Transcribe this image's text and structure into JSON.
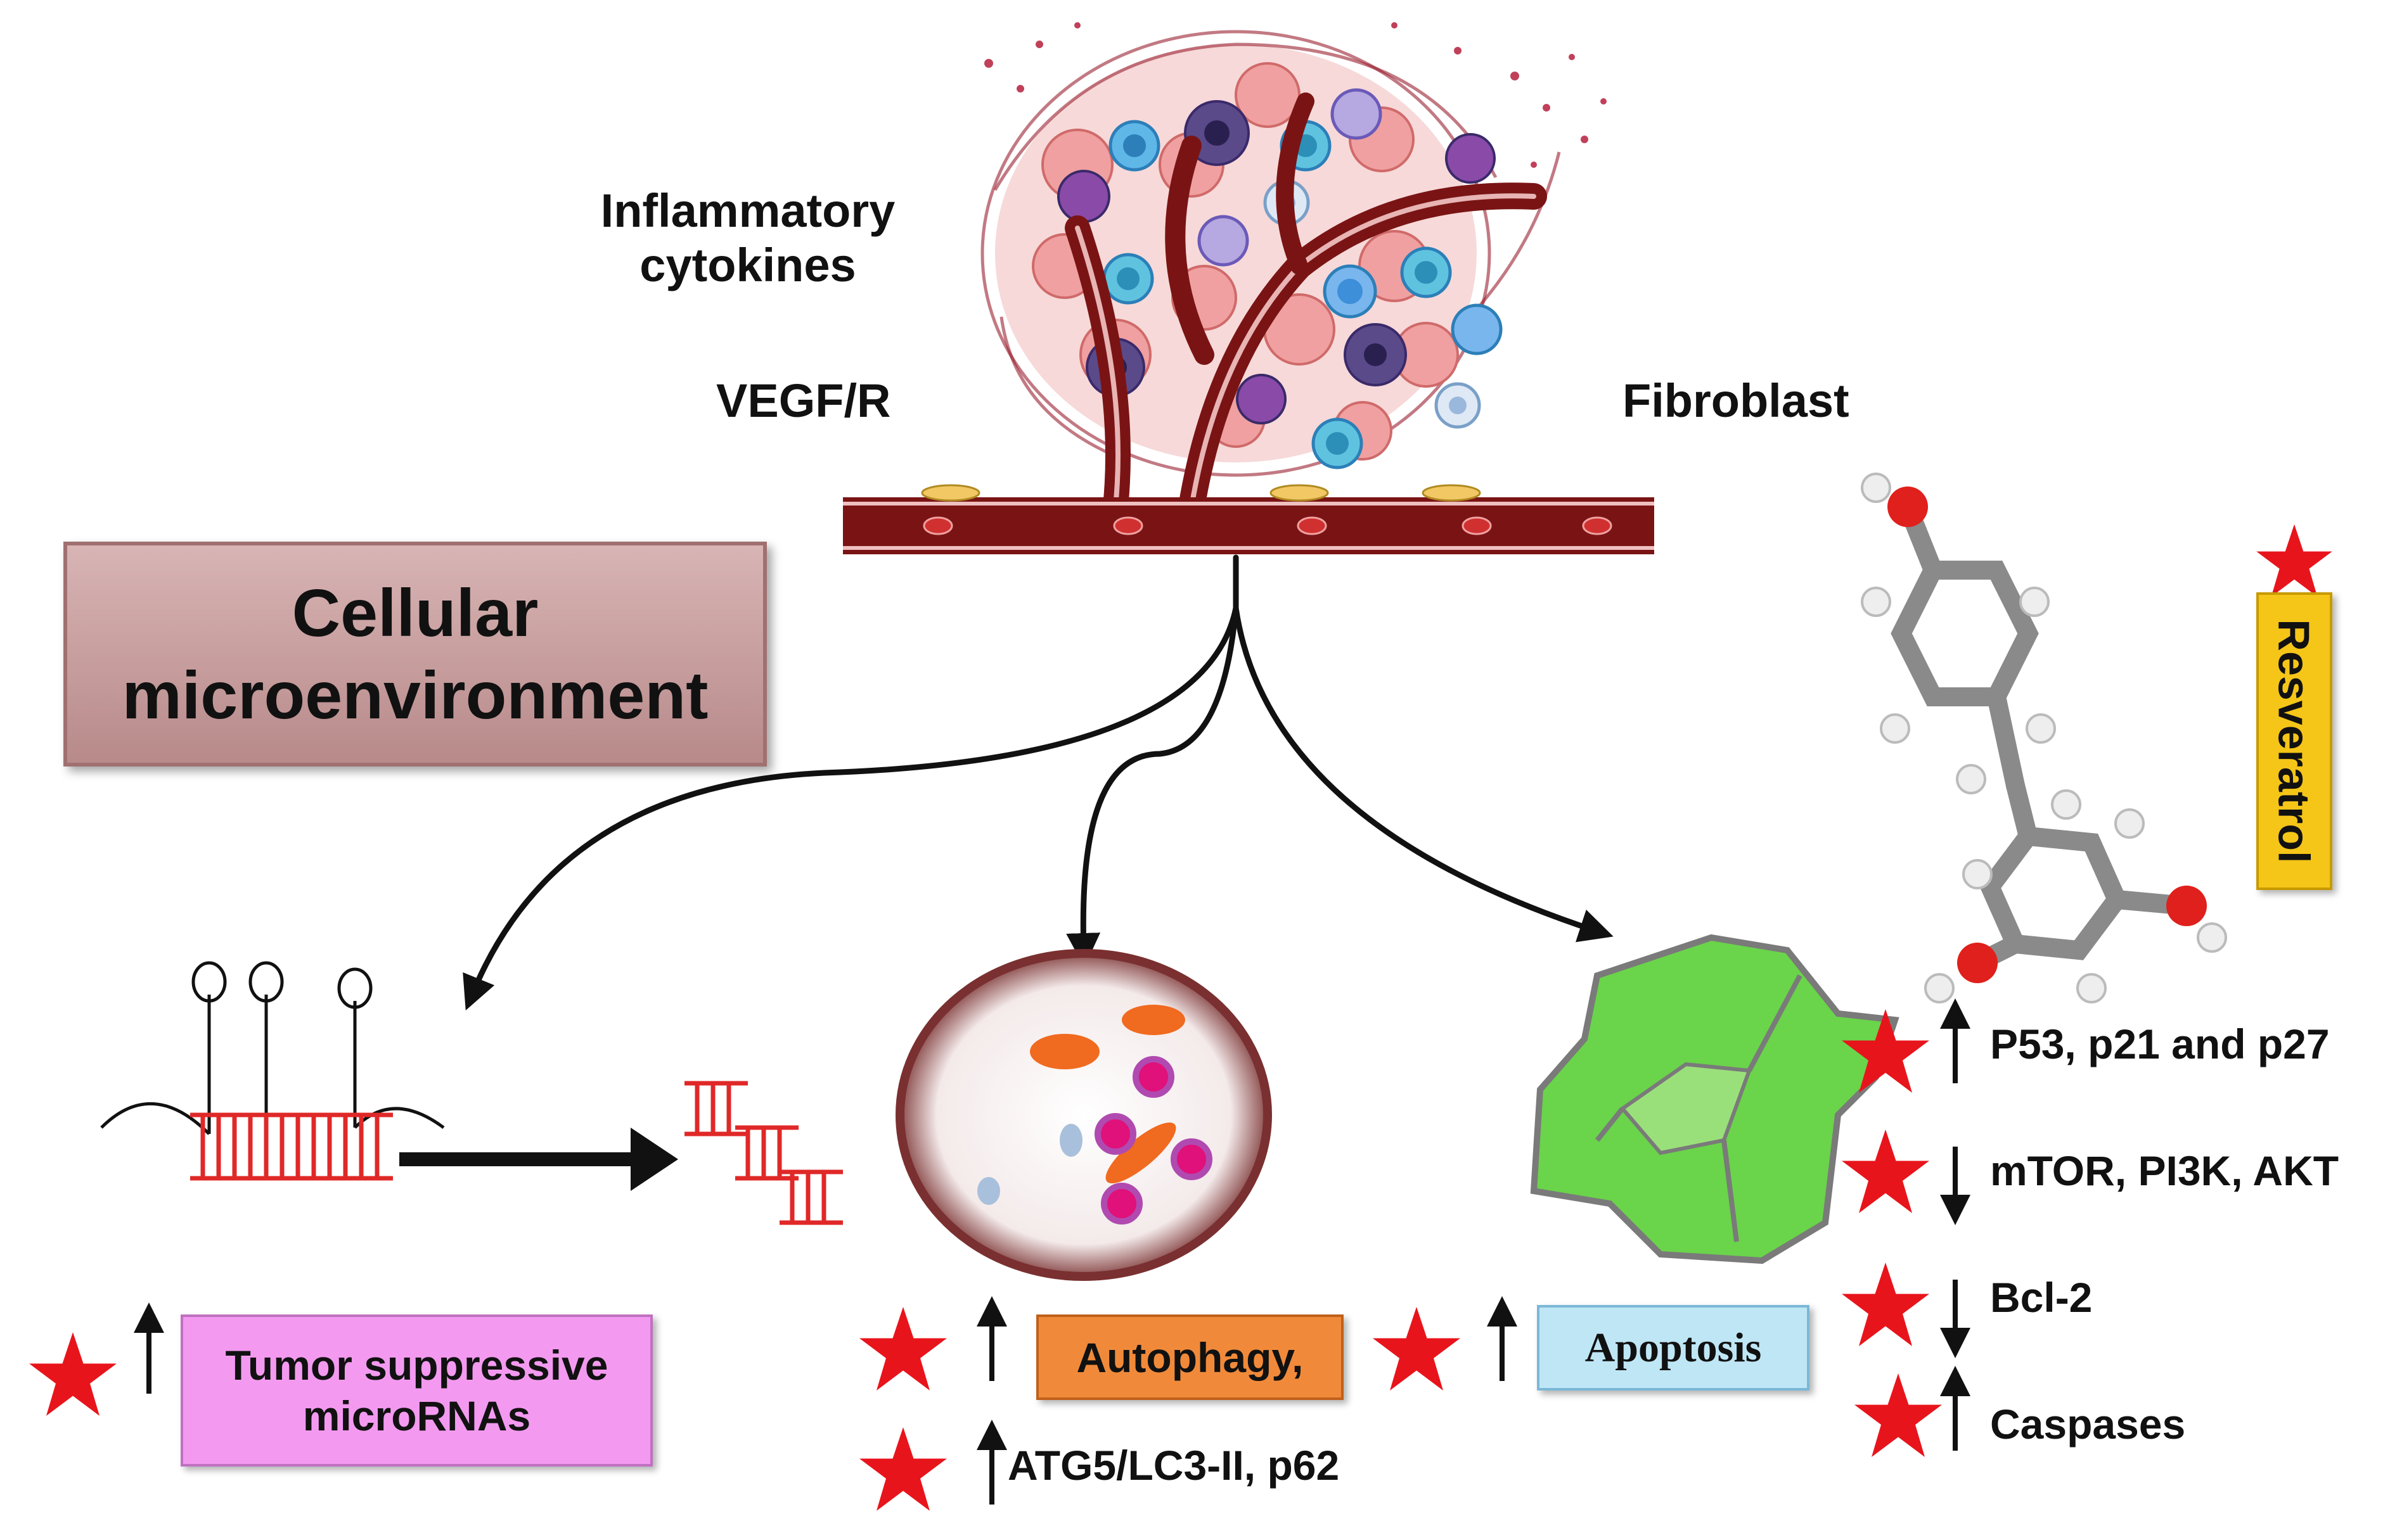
{
  "tumor_labels": {
    "inflammatory": "Inflammatory\ncytokines",
    "vegf": "VEGF/R",
    "fibroblast": "Fibroblast"
  },
  "cellular_box": {
    "label": "Cellular\nmicroenvironment"
  },
  "resveratrol": {
    "label": "Resveratrol"
  },
  "mirna_box": {
    "label": "Tumor suppressive\nmicroRNAs"
  },
  "autophagy_box": {
    "label": "Autophagy,"
  },
  "autophagy_markers": {
    "label": "ATG5/LC3-II, p62"
  },
  "apoptosis_box": {
    "label": "Apoptosis"
  },
  "markers": [
    {
      "label": "P53, p21 and p27",
      "direction": "up"
    },
    {
      "label": "mTOR, PI3K, AKT",
      "direction": "down"
    },
    {
      "label": "Bcl-2",
      "direction": "down"
    },
    {
      "label": "Caspases",
      "direction": "up"
    }
  ],
  "colors": {
    "star": "#e8141c",
    "vessel": "#7a1414",
    "cellular_box": "#c9a0a0",
    "resveratrol_box": "#f5c518",
    "mirna_box": "#f39af0",
    "autophagy_box": "#f08a3a",
    "apoptosis_box": "#bfe6f5",
    "apoptotic_cell": "#6ad44a"
  }
}
